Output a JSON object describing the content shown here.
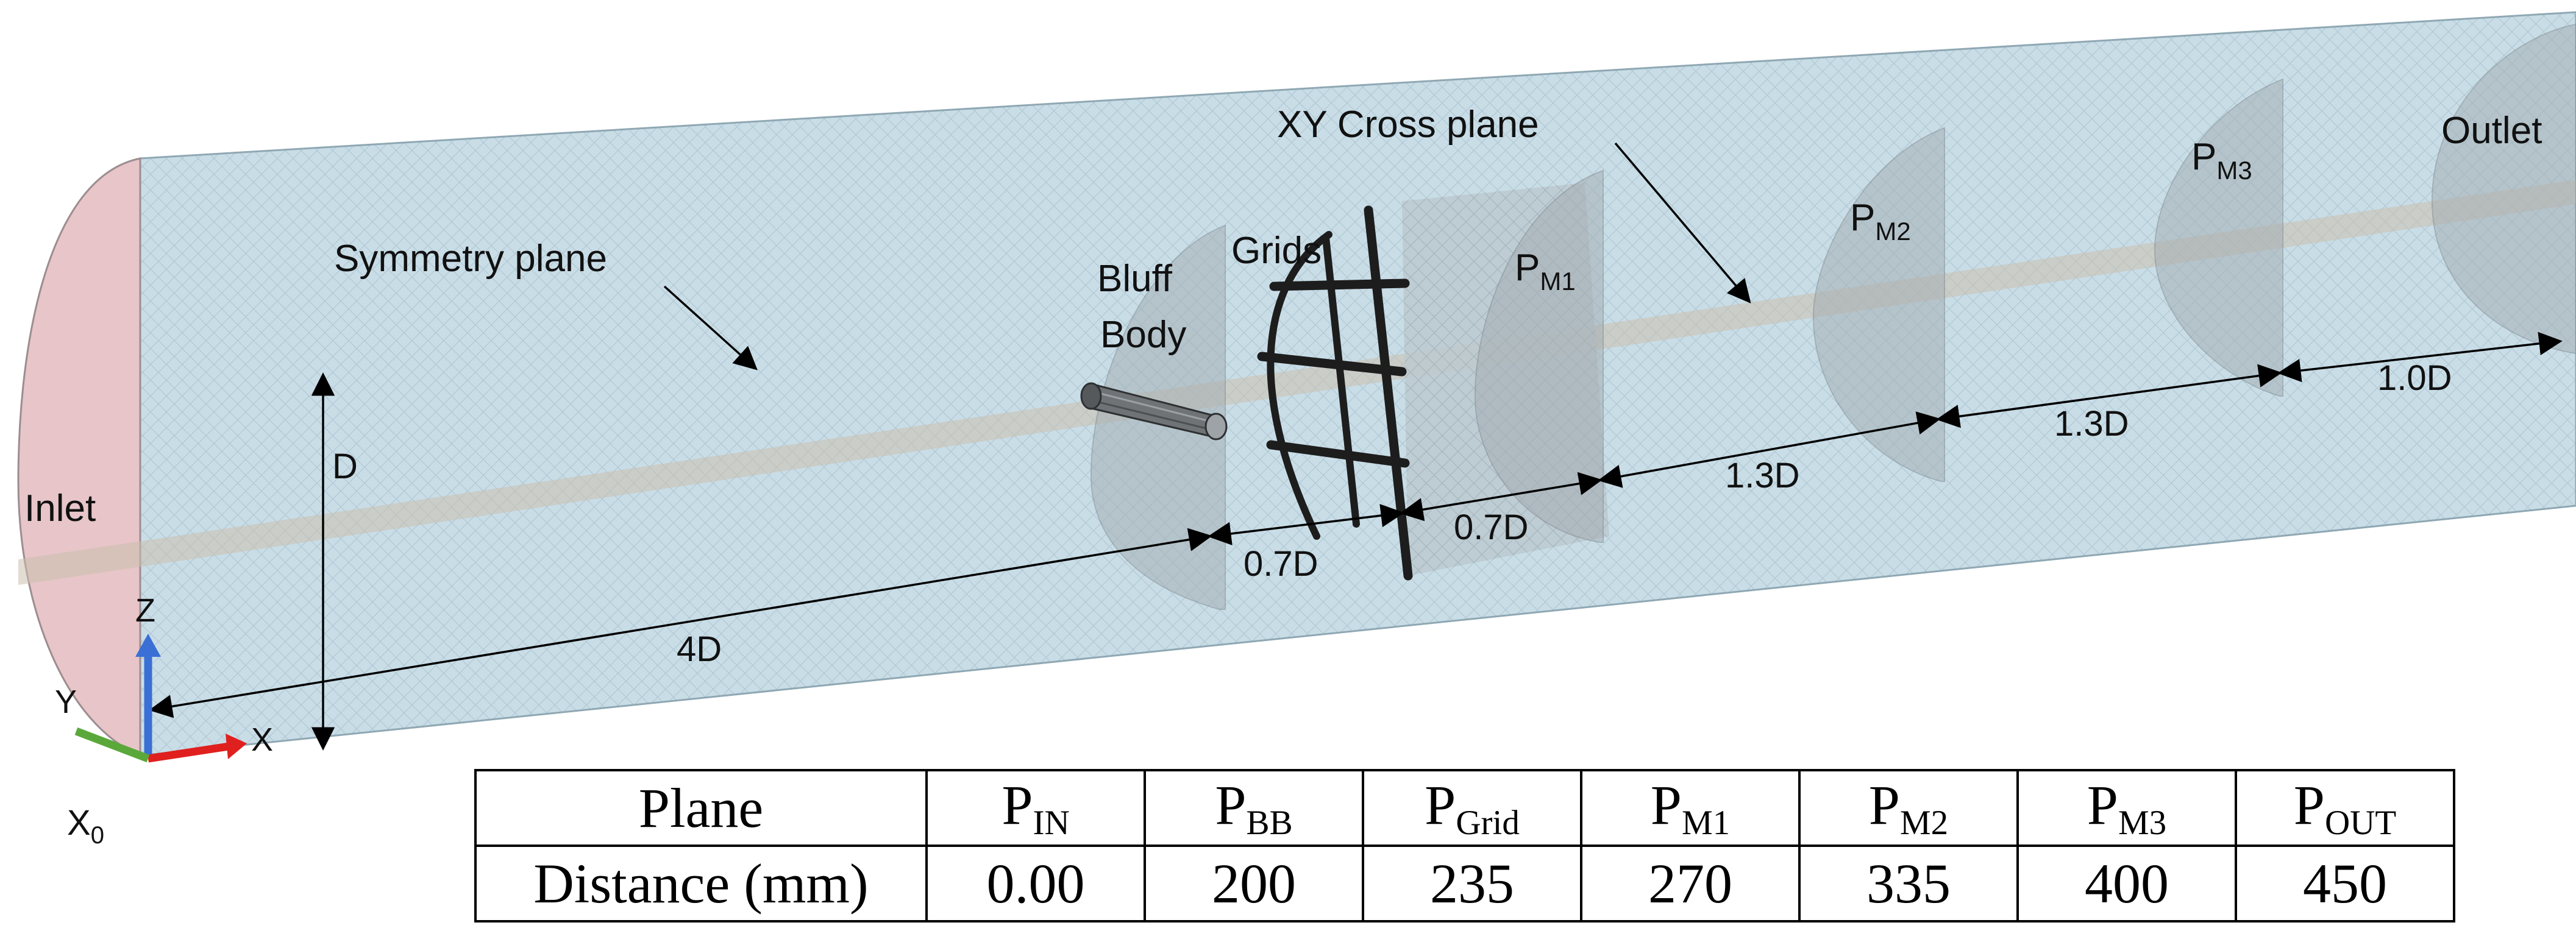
{
  "labels": {
    "symmetry_plane": "Symmetry plane",
    "xy_cross_plane": "XY Cross plane",
    "bluff": "Bluff",
    "body": "Body",
    "grids": "Grids",
    "inlet": "Inlet",
    "outlet": "Outlet",
    "d": "D",
    "z": "Z",
    "y": "Y",
    "x": "X",
    "x0_main": "X",
    "x0_sub": "0",
    "p_main": "P",
    "pm1_sub": "M1",
    "pm2_sub": "M2",
    "pm3_sub": "M3"
  },
  "dimensions": {
    "d4": "4D",
    "d07a": "0.7D",
    "d07b": "0.7D",
    "d13a": "1.3D",
    "d13b": "1.3D",
    "d10": "1.0D"
  },
  "colors": {
    "mesh": "#c9dde7",
    "mesh_line": "#b2c9d4",
    "inlet": "#e7c5c8",
    "plane_band": "#cbbfae",
    "axis_x": "#e0201e",
    "axis_y": "#5aa83a",
    "axis_z": "#3a6fd6",
    "grid_bar": "#1d1d1d"
  },
  "table": {
    "row_labels": [
      "Plane",
      "Distance (mm)"
    ],
    "columns": [
      {
        "main": "P",
        "sub": "IN",
        "value": "0.00"
      },
      {
        "main": "P",
        "sub": "BB",
        "value": "200"
      },
      {
        "main": "P",
        "sub": "Grid",
        "value": "235"
      },
      {
        "main": "P",
        "sub": "M1",
        "value": "270"
      },
      {
        "main": "P",
        "sub": "M2",
        "value": "335"
      },
      {
        "main": "P",
        "sub": "M3",
        "value": "400"
      },
      {
        "main": "P",
        "sub": "OUT",
        "value": "450"
      }
    ]
  }
}
